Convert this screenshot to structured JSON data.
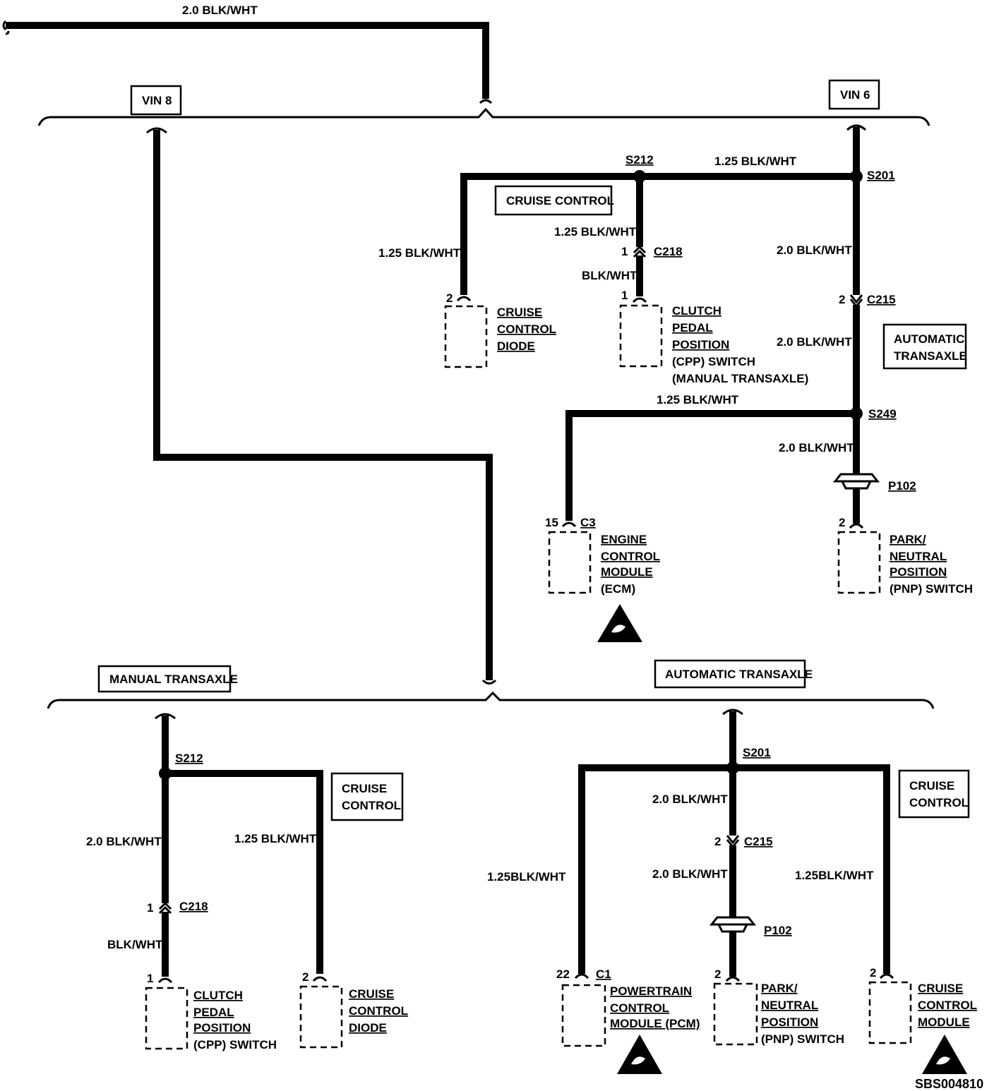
{
  "top": {
    "wire_label": "2.0 BLK/WHT",
    "vin8": "VIN 8",
    "vin6": "VIN 6",
    "cruise_control_box": "CRUISE CONTROL",
    "automatic_transaxle_box": [
      "AUTOMATIC",
      "TRANSAXLE"
    ],
    "s212": "S212",
    "s201": "S201",
    "s249": "S249",
    "c218": "C218",
    "c215": "C215",
    "c3": "C3",
    "p102": "P102",
    "w_s212_s201": "1.25 BLK/WHT",
    "w_diode": "1.25 BLK/WHT",
    "w_s212_down": "1.25 BLK/WHT",
    "w_cpp": "BLK/WHT",
    "w_s201_c215": "2.0 BLK/WHT",
    "w_c215_s249": "2.0 BLK/WHT",
    "w_ecm": "1.25 BLK/WHT",
    "w_s249_p102": "2.0 BLK/WHT",
    "pin_diode": "2",
    "pin_c218": "1",
    "pin_cpp": "1",
    "pin_c215": "2",
    "pin_ecm": "15",
    "pin_pnp": "2",
    "diode_label": [
      "CRUISE",
      "CONTROL",
      "DIODE"
    ],
    "cpp_label": [
      "CLUTCH",
      "PEDAL",
      "POSITION",
      "(CPP) SWITCH",
      "(MANUAL TRANSAXLE)"
    ],
    "ecm_label": [
      "ENGINE",
      "CONTROL",
      "MODULE",
      "(ECM)"
    ],
    "pnp_label": [
      "PARK/",
      "NEUTRAL",
      "POSITION",
      "(PNP) SWITCH"
    ]
  },
  "bottom_left": {
    "manual_transaxle_box": "MANUAL TRANSAXLE",
    "cruise_control_box": [
      "CRUISE",
      "CONTROL"
    ],
    "s212": "S212",
    "c218": "C218",
    "w_s212_c218": "2.0 BLK/WHT",
    "w_diode": "1.25 BLK/WHT",
    "w_cpp": "BLK/WHT",
    "pin_c218": "1",
    "pin_cpp": "1",
    "pin_diode": "2",
    "cpp_label": [
      "CLUTCH",
      "PEDAL",
      "POSITION",
      "(CPP) SWITCH"
    ],
    "diode_label": [
      "CRUISE",
      "CONTROL",
      "DIODE"
    ]
  },
  "bottom_right": {
    "automatic_transaxle_box": "AUTOMATIC TRANSAXLE",
    "cruise_control_box": [
      "CRUISE",
      "CONTROL"
    ],
    "s201": "S201",
    "c215": "C215",
    "c1": "C1",
    "p102": "P102",
    "w_s201_c215": "2.0 BLK/WHT",
    "w_c215_p102": "2.0 BLK/WHT",
    "w_pcm": "1.25BLK/WHT",
    "w_ccm": "1.25BLK/WHT",
    "pin_c215": "2",
    "pin_pcm": "22",
    "pin_pnp": "2",
    "pin_ccm": "2",
    "pcm_label": [
      "POWERTRAIN",
      "CONTROL",
      "MODULE (PCM)"
    ],
    "pnp_label": [
      "PARK/",
      "NEUTRAL",
      "POSITION",
      "(PNP) SWITCH"
    ],
    "ccm_label": [
      "CRUISE",
      "CONTROL",
      "MODULE"
    ]
  },
  "figure_id": "SBS004810"
}
